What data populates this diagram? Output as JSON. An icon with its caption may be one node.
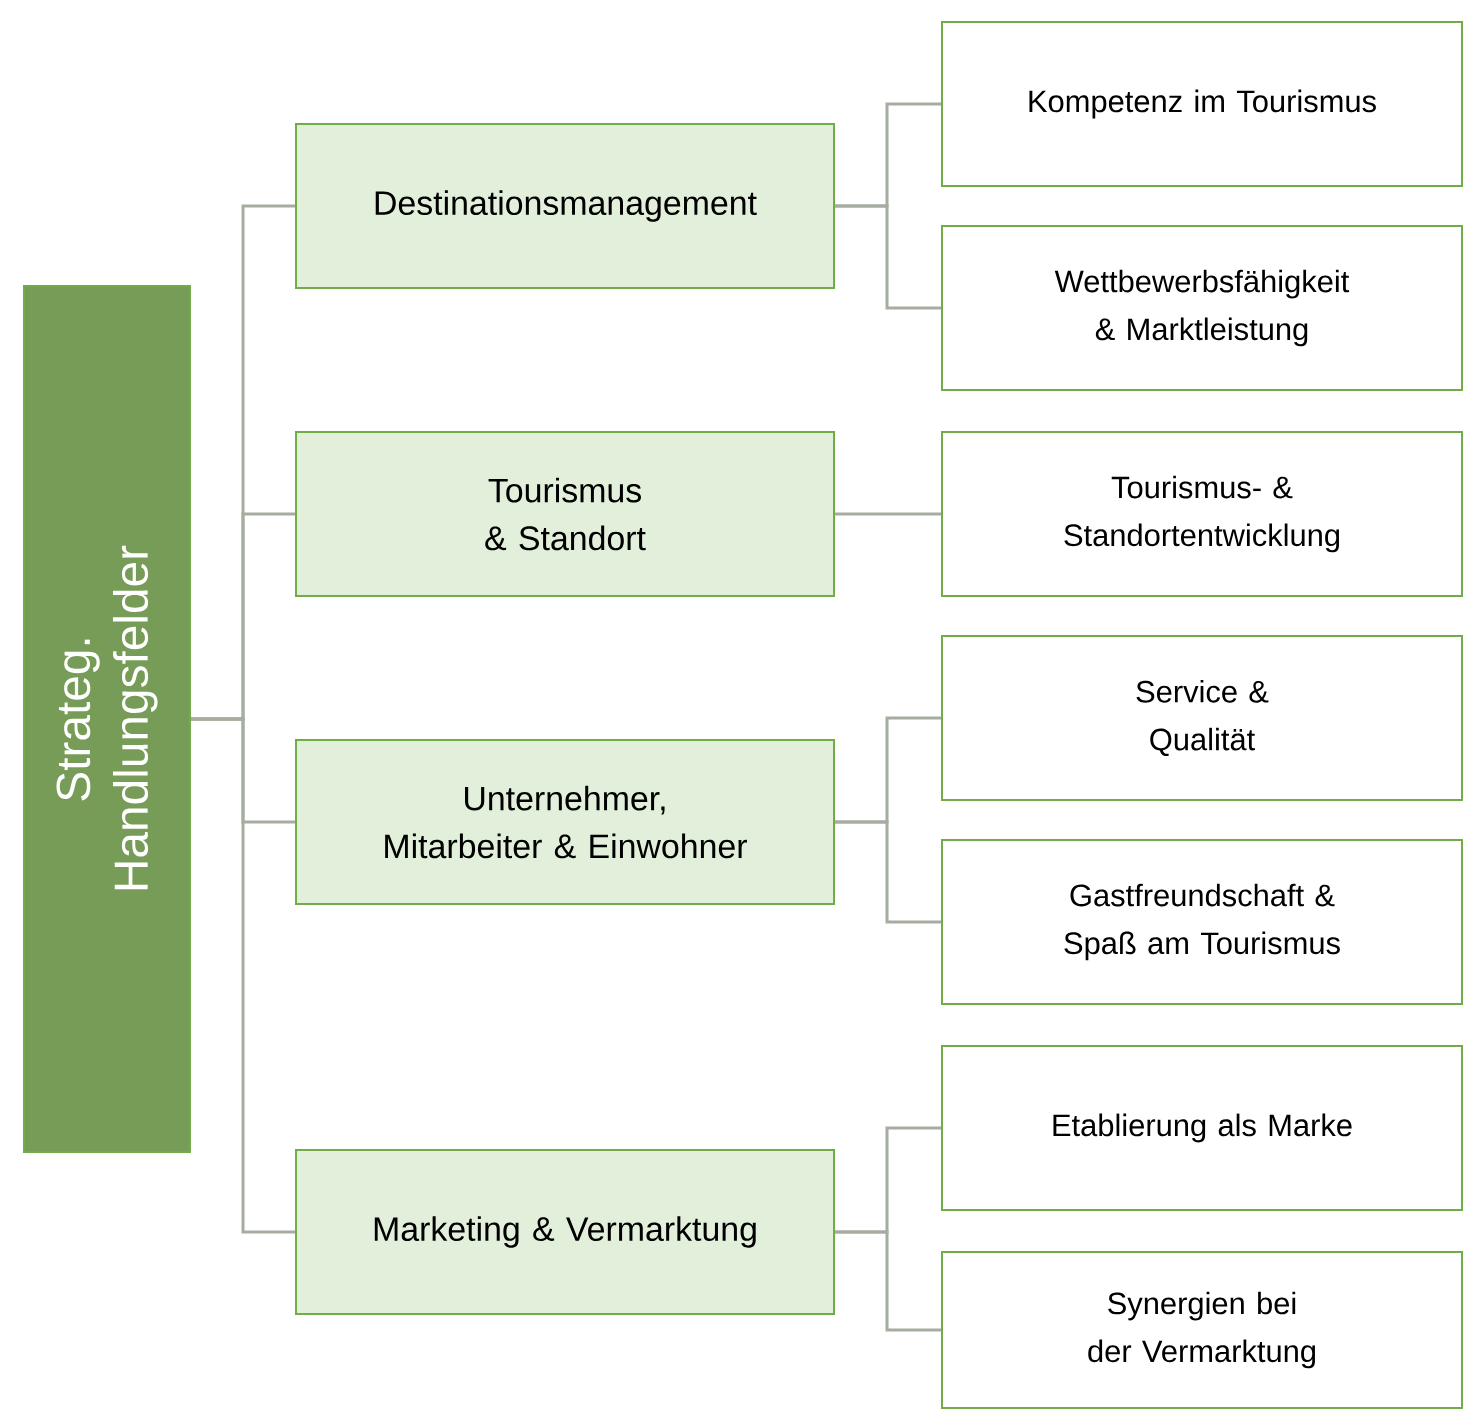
{
  "diagram": {
    "nodes": [
      {
        "text": [
          "Strateg. Handlungsfelder"
        ]
      },
      {
        "text": [
          "Destinationsmanagement"
        ]
      },
      {
        "text": [
          "Kompetenz im Tourismus"
        ]
      },
      {
        "text": [
          "Wettbewerbsfähigkeit & Marktleistung"
        ]
      },
      {
        "text": [
          "Tourismus & Standort"
        ]
      },
      {
        "text": [
          "Tourismus- & Standortentwicklung"
        ]
      },
      {
        "text": [
          "Unternehmer, Mitarbeiter & Einwohner"
        ]
      },
      {
        "text": [
          "Service & Qualität"
        ]
      },
      {
        "text": [
          "Gastfreundschaft & Spaß am Tourismus"
        ]
      },
      {
        "text": [
          "Marketing & Vermarktung"
        ]
      },
      {
        "text": [
          "Etablierung als Marke"
        ]
      },
      {
        "text": [
          "Synergien bei der Vermarktung"
        ]
      }
    ],
    "edges": [
      {
        "from": 0,
        "to": 1,
        "arrow": "none"
      },
      {
        "from": 0,
        "to": 4,
        "arrow": "none"
      },
      {
        "from": 0,
        "to": 6,
        "arrow": "none"
      },
      {
        "from": 0,
        "to": 9,
        "arrow": "none"
      },
      {
        "from": 1,
        "to": 2,
        "arrow": "none"
      },
      {
        "from": 1,
        "to": 3,
        "arrow": "none"
      },
      {
        "from": 4,
        "to": 5,
        "arrow": "none"
      },
      {
        "from": 6,
        "to": 7,
        "arrow": "none"
      },
      {
        "from": 6,
        "to": 8,
        "arrow": "none"
      },
      {
        "from": 9,
        "to": 10,
        "arrow": "none"
      },
      {
        "from": 9,
        "to": 11,
        "arrow": "none"
      }
    ]
  }
}
